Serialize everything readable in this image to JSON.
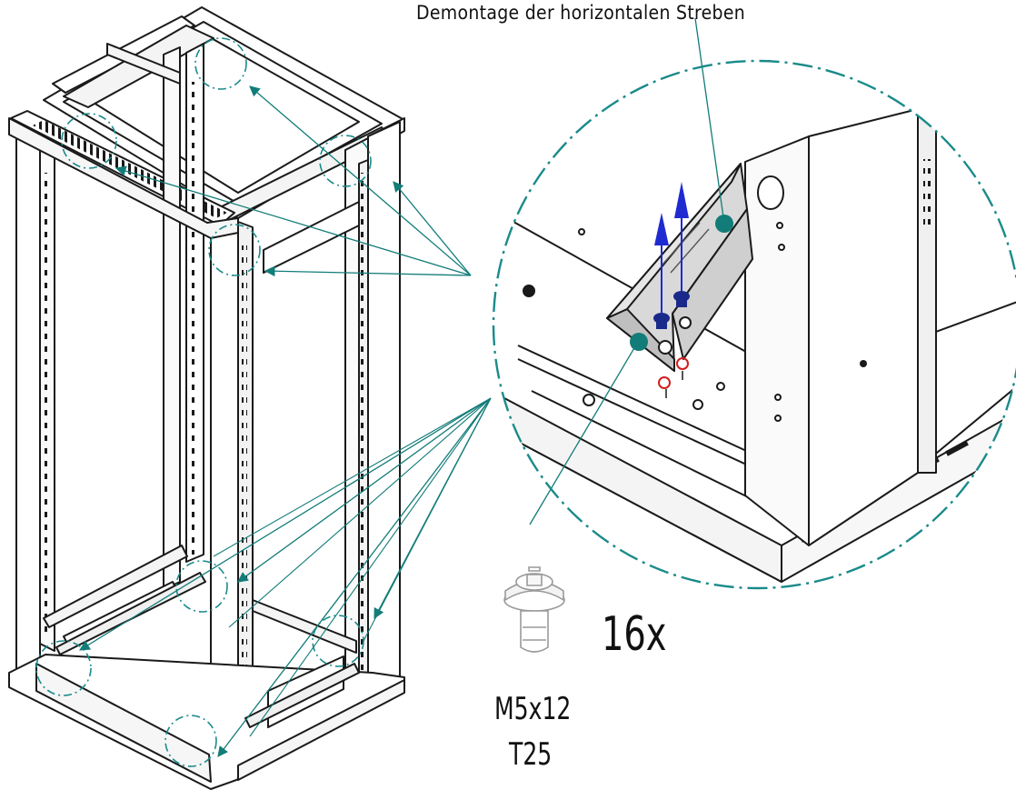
{
  "title": "Demontage der horizontalen Streben",
  "quantity_label": "16x",
  "screw": {
    "size_label": "M5x12",
    "drive_label": "T25"
  },
  "colors": {
    "callout": "#1a8a8a",
    "marker": "#127c78",
    "arrow_blue": "#1f2bd0",
    "screw_head": "#1a2a8a",
    "highlight_red": "#d21e1e",
    "line_art": "#1a1a1a",
    "rail_fill": "#d9d9d9"
  },
  "icons": [
    "rack-frame",
    "detail-callout-circle",
    "lift-arrow",
    "screw-m5x12-t25"
  ]
}
